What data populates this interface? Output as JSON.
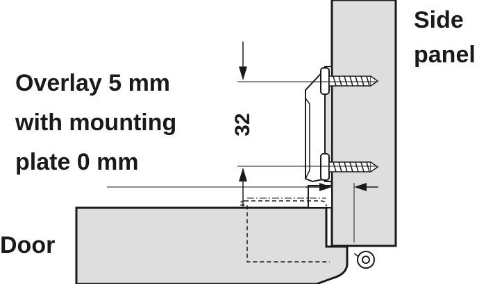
{
  "labels": {
    "overlay": [
      "Overlay 5 mm",
      "with mounting",
      "plate 0 mm"
    ],
    "side_panel": [
      "Side",
      "panel"
    ],
    "door": "Door",
    "dimension": "32"
  },
  "colors": {
    "panel_fill": "#dedede",
    "outline": "#1a1a1a",
    "background": "#ffffff"
  }
}
